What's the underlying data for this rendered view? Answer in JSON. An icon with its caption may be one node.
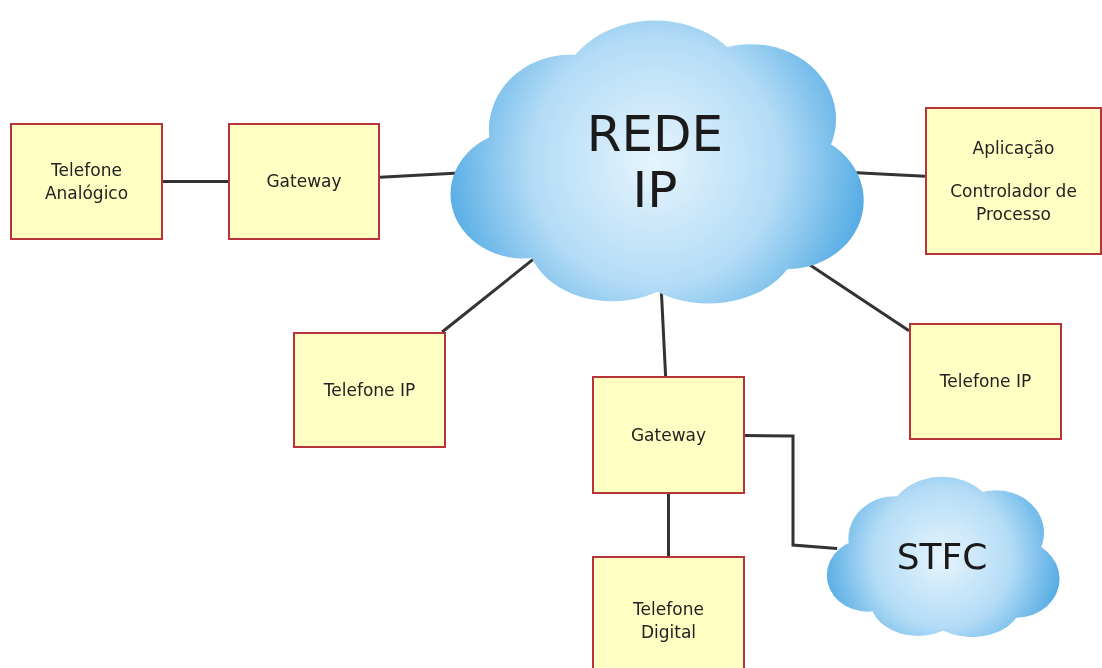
{
  "diagram": {
    "nodes": [
      {
        "text": [
          "Telefone Analógico"
        ]
      },
      {
        "text": [
          "Gateway"
        ]
      },
      {
        "text": [
          "REDE IP"
        ]
      },
      {
        "text": [
          "Aplicação",
          "Controlador de Processo"
        ]
      },
      {
        "text": [
          "Telefone IP"
        ]
      },
      {
        "text": [
          "Gateway"
        ]
      },
      {
        "text": [
          "Telefone IP"
        ]
      },
      {
        "text": [
          "STFC"
        ]
      },
      {
        "text": [
          "Telefone Digital"
        ]
      }
    ],
    "edges": [
      {
        "from": 0,
        "to": 1,
        "arrow": "none"
      },
      {
        "from": 1,
        "to": 2,
        "arrow": "none"
      },
      {
        "from": 2,
        "to": 3,
        "arrow": "none"
      },
      {
        "from": 2,
        "to": 4,
        "arrow": "none"
      },
      {
        "from": 2,
        "to": 5,
        "arrow": "none"
      },
      {
        "from": 2,
        "to": 6,
        "arrow": "none"
      },
      {
        "from": 5,
        "to": 7,
        "arrow": "none"
      },
      {
        "from": 5,
        "to": 8,
        "arrow": "none"
      }
    ]
  }
}
